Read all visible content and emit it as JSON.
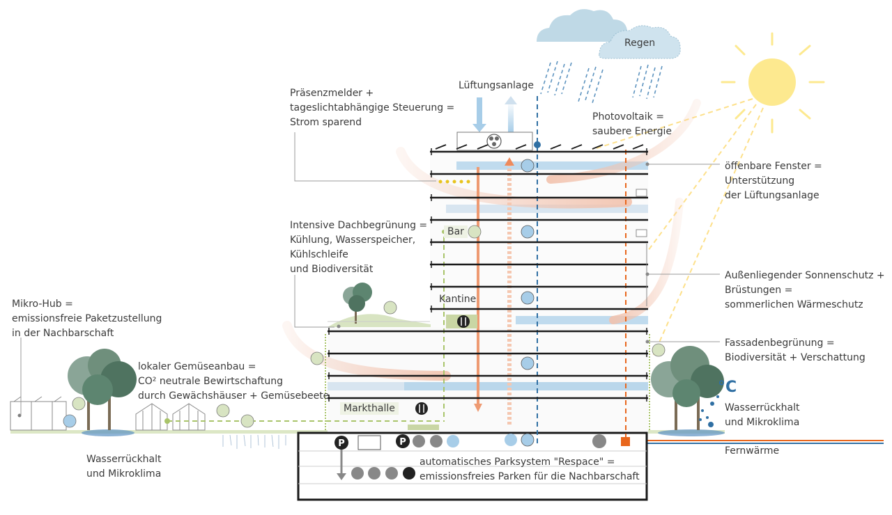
{
  "labels": {
    "regen": "Regen",
    "lueftungsanlage": "Lüftungsanlage",
    "praesenz": "Präsenzmelder +\ntageslichtabhängige Steuerung =\nStrom sparend",
    "photovoltaik": "Photovoltaik =\nsaubere Energie",
    "fenster": "öffenbare  Fenster =\nUnterstützung\nder Lüftungsanlage",
    "dachbegruenung": "Intensive Dachbegrünung =\nKühlung, Wasserspeicher,\nKühlschleife\nund Biodiversität",
    "sonnenschutz": "Außenliegender Sonnenschutz +\nBrüstungen =\nsommerlichen Wärmeschutz",
    "mikrohub": "Mikro-Hub =\nemissionsfreie Paketzustellung\nin der Nachbarschaft",
    "gemuese": "lokaler Gemüseanbau =\nCO² neutrale Bewirtschaftung\ndurch Gewächshäuser + Gemüsebeete",
    "fassade": "Fassadenbegrünung   =\nBiodiversität + Verschattung",
    "wasser_rechts": "Wasserrückhalt\nund Mikroklima",
    "wasser_links": "Wasserrückhalt\nund Mikroklima",
    "fernwaerme": "Fernwärme",
    "parksystem": "automatisches Parksystem \"Respace\" =\nemissionsfreies Parken für die Nachbarschaft",
    "grad_c": "°C"
  },
  "rooms": {
    "bar": "Bar",
    "kantine": "Kantine",
    "markthalle": "Markthalle"
  },
  "icons": {
    "parking": "P",
    "ventilator": "fan-icon",
    "toilet": "toilet-icon",
    "restaurant": "fork-knife-icon",
    "car": "car-icon",
    "bike": "bike-icon",
    "bee": "bee-icon",
    "charging": "ev-charging-icon",
    "gear": "gear-icon"
  },
  "colors": {
    "rain": "#2f6fa3",
    "heat": "#e8661c",
    "green": "#a9c46a",
    "sun": "#fde98f",
    "cloud": "#bfd9e6",
    "vent": "#a7cde8",
    "warm_flow": "#f2c2ad"
  }
}
